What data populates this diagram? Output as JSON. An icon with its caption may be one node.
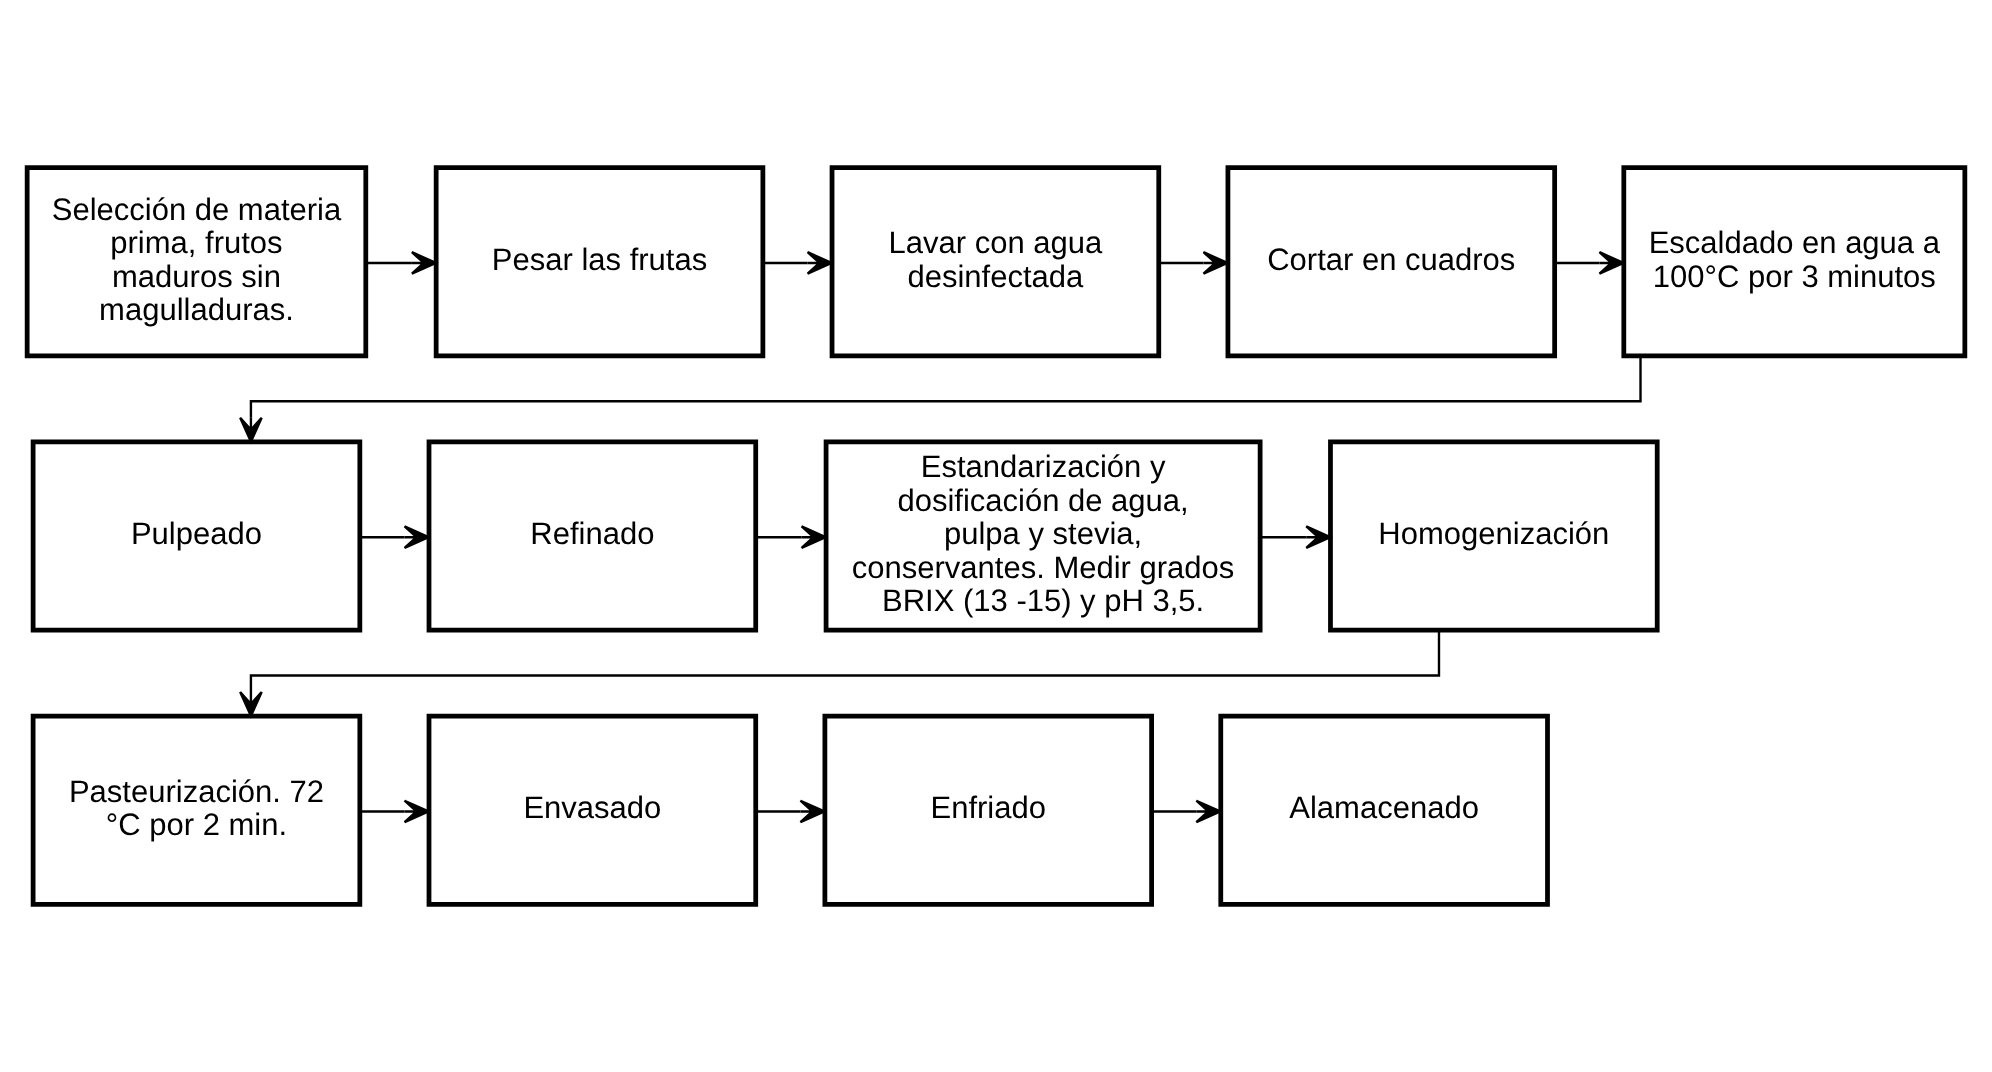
{
  "diagram": {
    "nodes": [
      {
        "text": [
          "Selección de materia prima, frutos maduros sin magulladuras."
        ]
      },
      {
        "text": [
          "Pesar las frutas"
        ]
      },
      {
        "text": [
          "Lavar con agua desinfectada"
        ]
      },
      {
        "text": [
          "Cortar en cuadros"
        ]
      },
      {
        "text": [
          "Escaldado en agua a 100°C por 3 minutos"
        ]
      },
      {
        "text": [
          "Pulpeado"
        ]
      },
      {
        "text": [
          "Refinado"
        ]
      },
      {
        "text": [
          "Estandarización y dosificación de agua, pulpa y stevia, conservantes. Medir grados BRIX (13 -15) y pH 3,5."
        ]
      },
      {
        "text": [
          "Homogenización"
        ]
      },
      {
        "text": [
          "Pasteurización. 72 °C por 2 min."
        ]
      },
      {
        "text": [
          "Envasado"
        ]
      },
      {
        "text": [
          "Enfriado"
        ]
      },
      {
        "text": [
          "Alamacenado"
        ]
      }
    ],
    "edges": [
      {
        "from": 0,
        "to": 1,
        "arrow": "to"
      },
      {
        "from": 1,
        "to": 2,
        "arrow": "to"
      },
      {
        "from": 2,
        "to": 3,
        "arrow": "to"
      },
      {
        "from": 3,
        "to": 4,
        "arrow": "to"
      },
      {
        "from": 4,
        "to": 5,
        "arrow": "to"
      },
      {
        "from": 5,
        "to": 6,
        "arrow": "to"
      },
      {
        "from": 6,
        "to": 7,
        "arrow": "to"
      },
      {
        "from": 7,
        "to": 8,
        "arrow": "to"
      },
      {
        "from": 8,
        "to": 9,
        "arrow": "to"
      },
      {
        "from": 9,
        "to": 10,
        "arrow": "to"
      },
      {
        "from": 10,
        "to": 11,
        "arrow": "to"
      },
      {
        "from": 11,
        "to": 12,
        "arrow": "to"
      }
    ]
  }
}
